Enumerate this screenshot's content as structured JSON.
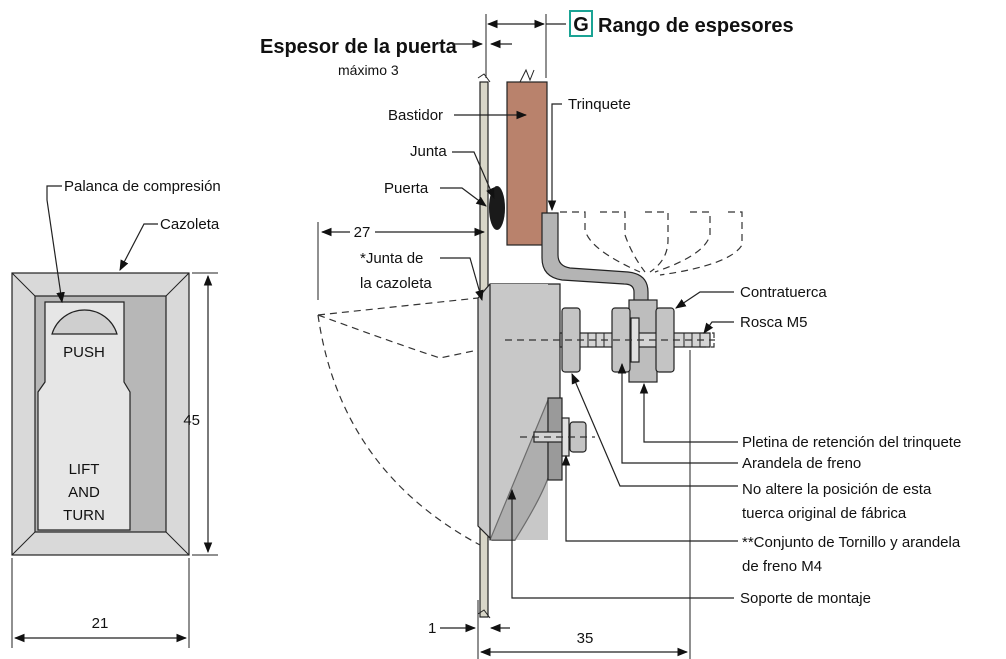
{
  "header": {
    "range_badge": "G",
    "range_title": "Rango de espesores",
    "door_thickness": "Espesor de la puerta",
    "door_thickness_max": "máximo 3"
  },
  "front_view": {
    "lever_label": "Palanca de compresión",
    "cup_label": "Cazoleta",
    "push_text": "PUSH",
    "lift_text": "LIFT",
    "and_text": "AND",
    "turn_text": "TURN",
    "height_dim": "45",
    "width_dim": "21"
  },
  "side_view": {
    "frame": "Bastidor",
    "pawl": "Trinquete",
    "gasket": "Junta",
    "door": "Puerta",
    "dim_27": "27",
    "cup_gasket_line1": "*Junta de",
    "cup_gasket_line2": "la cazoleta",
    "locknut": "Contratuerca",
    "thread": "Rosca M5",
    "retainer": "Pletina de retención del trinquete",
    "lock_washer": "Arandela de freno",
    "nut_note_line1": "No altere la posición de esta",
    "nut_note_line2": "tuerca original de fábrica",
    "screw_line1": "**Conjunto de Tornillo y arandela",
    "screw_line2": "de freno M4",
    "bracket": "Soporte de montaje",
    "dim_1": "1",
    "dim_35": "35"
  },
  "colors": {
    "frame_copper": "#b9826c",
    "door_panel": "#d8d6c8",
    "housing_gray": "#c8c8c8",
    "housing_dark": "#9a9a9a",
    "gasket_black": "#1a1a1a",
    "badge_teal": "#1aa394"
  }
}
